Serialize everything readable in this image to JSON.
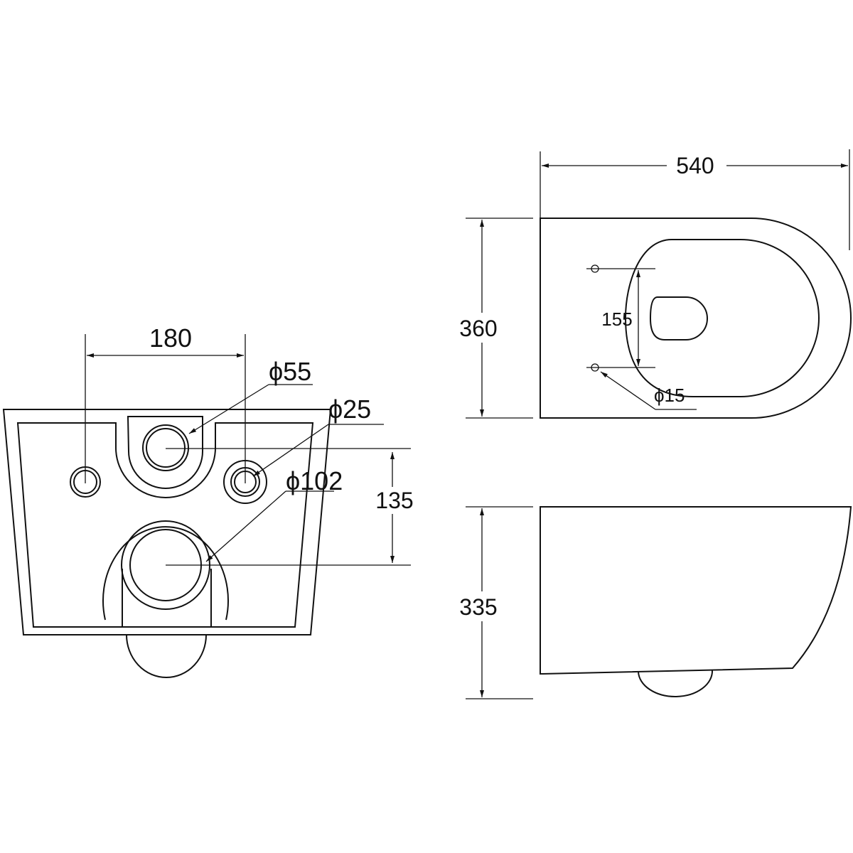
{
  "front_view": {
    "width_between_holes": "180",
    "flush_pipe_diameter": "ϕ55",
    "water_hole_diameter": "ϕ25",
    "outlet_diameter": "ϕ102",
    "outlet_offset": "135"
  },
  "top_view": {
    "length": "540",
    "width": "360",
    "seat_hole_spacing": "155",
    "seat_hole_diameter": "ϕ15"
  },
  "side_view": {
    "height": "335"
  }
}
